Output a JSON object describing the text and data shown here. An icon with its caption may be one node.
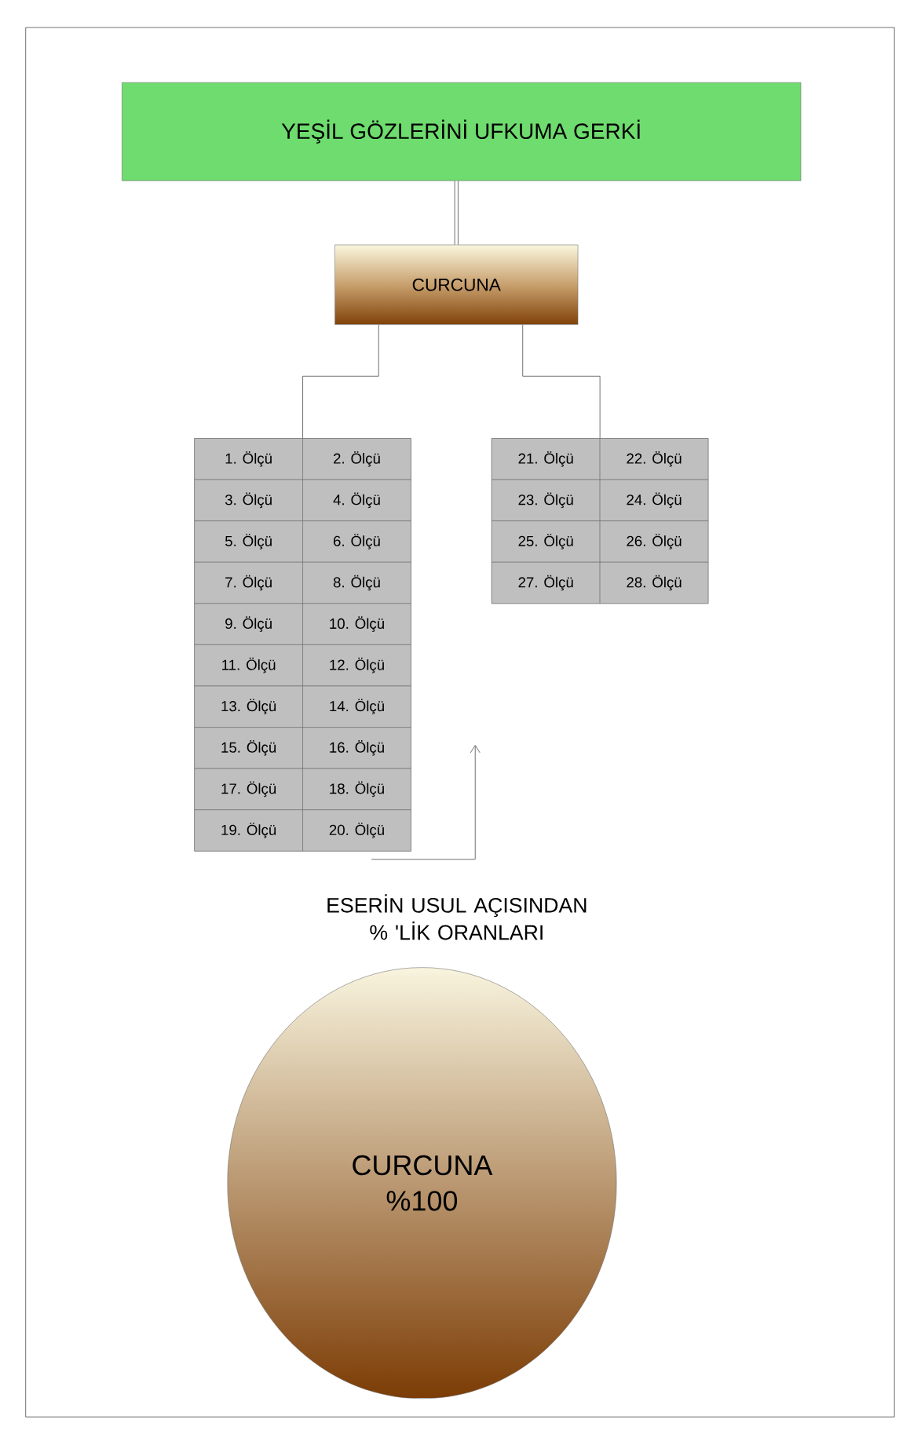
{
  "diagram": {
    "nodes": [
      {
        "text": [
          "YEŞİL GÖZLERİNİ UFKUMA GERKİ"
        ]
      },
      {
        "text": [
          "CURCUNA"
        ]
      },
      {
        "text": [],
        "shape": "box"
      },
      {
        "text": [
          "1. Ölçü"
        ],
        "in": 2
      },
      {
        "text": [
          "2. Ölçü"
        ],
        "in": 2
      },
      {
        "text": [
          "3. Ölçü"
        ],
        "in": 2
      },
      {
        "text": [
          "4. Ölçü"
        ],
        "in": 2
      },
      {
        "text": [
          "5. Ölçü"
        ],
        "in": 2
      },
      {
        "text": [
          "6. Ölçü"
        ],
        "in": 2
      },
      {
        "text": [
          "7. Ölçü"
        ],
        "in": 2
      },
      {
        "text": [
          "8. Ölçü"
        ],
        "in": 2
      },
      {
        "text": [
          "9. Ölçü"
        ],
        "in": 2
      },
      {
        "text": [
          "10. Ölçü"
        ],
        "in": 2
      },
      {
        "text": [
          "11. Ölçü"
        ],
        "in": 2
      },
      {
        "text": [
          "12. Ölçü"
        ],
        "in": 2
      },
      {
        "text": [
          "13. Ölçü"
        ],
        "in": 2
      },
      {
        "text": [
          "14. Ölçü"
        ],
        "in": 2
      },
      {
        "text": [
          "15. Ölçü"
        ],
        "in": 2
      },
      {
        "text": [
          "16. Ölçü"
        ],
        "in": 2
      },
      {
        "text": [
          "17. Ölçü"
        ],
        "in": 2
      },
      {
        "text": [
          "18. Ölçü"
        ],
        "in": 2
      },
      {
        "text": [
          "19. Ölçü"
        ],
        "in": 2
      },
      {
        "text": [
          "20. Ölçü"
        ],
        "in": 2
      },
      {
        "text": [],
        "shape": "box"
      },
      {
        "text": [
          "21. Ölçü"
        ],
        "in": 23
      },
      {
        "text": [
          "22. Ölçü"
        ],
        "in": 23
      },
      {
        "text": [
          "23. Ölçü"
        ],
        "in": 23
      },
      {
        "text": [
          "24. Ölçü"
        ],
        "in": 23
      },
      {
        "text": [
          "25. Ölçü"
        ],
        "in": 23
      },
      {
        "text": [
          "26. Ölçü"
        ],
        "in": 23
      },
      {
        "text": [
          "27. Ölçü"
        ],
        "in": 23
      },
      {
        "text": [
          "28. Ölçü"
        ],
        "in": 23
      },
      {
        "text": [
          "CURCUNA %100"
        ]
      }
    ],
    "edges": [
      {
        "from": 0,
        "to": 1,
        "arrow": "none",
        "style": "thick"
      },
      {
        "from": 1,
        "to": 2,
        "arrow": "none"
      },
      {
        "from": 1,
        "to": 23,
        "arrow": "none"
      }
    ],
    "labels": [
      "ESERİN USUL AÇISINDAN % 'LİK ORANLARI"
    ]
  }
}
